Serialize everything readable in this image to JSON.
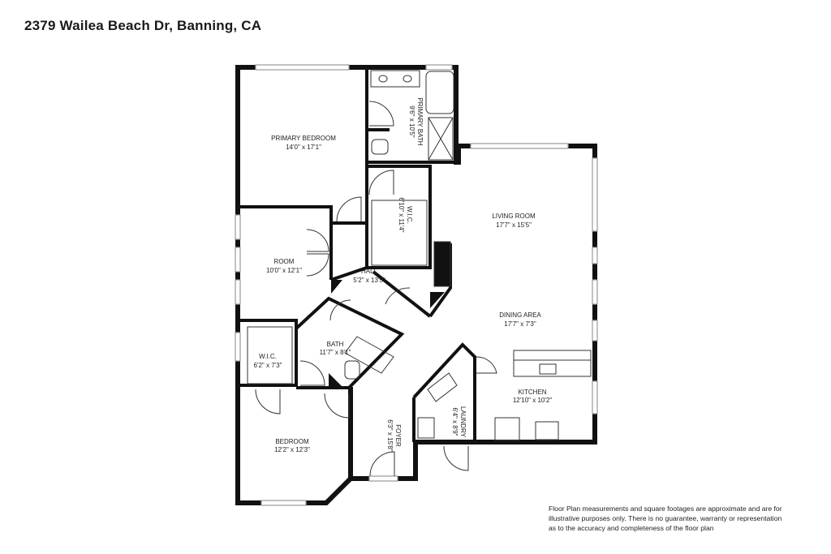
{
  "title": "2379 Wailea Beach Dr, Banning, CA",
  "rooms": {
    "primary_bedroom": {
      "name": "PRIMARY BEDROOM",
      "dim": "14'0\" x 17'1\""
    },
    "primary_bath": {
      "name": "PRIMARY BATH",
      "dim": "9'6\" x 10'5\""
    },
    "wic_primary": {
      "name": "W.I.C.",
      "dim": "6'10\" x 11'4\""
    },
    "living_room": {
      "name": "LIVING ROOM",
      "dim": "17'7\" x 15'5\""
    },
    "room": {
      "name": "ROOM",
      "dim": "10'0\" x 12'1\""
    },
    "hall": {
      "name": "HALL",
      "dim": "5'2\" x 13'5\""
    },
    "dining_area": {
      "name": "DINING AREA",
      "dim": "17'7\" x 7'3\""
    },
    "bath": {
      "name": "BATH",
      "dim": "11'7\" x 8'1\""
    },
    "wic_small": {
      "name": "W.I.C.",
      "dim": "6'2\" x 7'3\""
    },
    "kitchen": {
      "name": "KITCHEN",
      "dim": "12'10\" x 10'2\""
    },
    "laundry": {
      "name": "LAUNDRY",
      "dim": "6'4\" x 8'9\""
    },
    "foyer": {
      "name": "FOYER",
      "dim": "6'3\" x 15'8\""
    },
    "bedroom": {
      "name": "BEDROOM",
      "dim": "12'2\" x 12'3\""
    }
  },
  "disclaimer": {
    "line1": "Floor Plan measurements and square footages are approximate and are for",
    "line2": "illustrative purposes only. There is no guarantee, warranty or representation",
    "line3": "as to the accuracy and completeness of the floor plan"
  }
}
